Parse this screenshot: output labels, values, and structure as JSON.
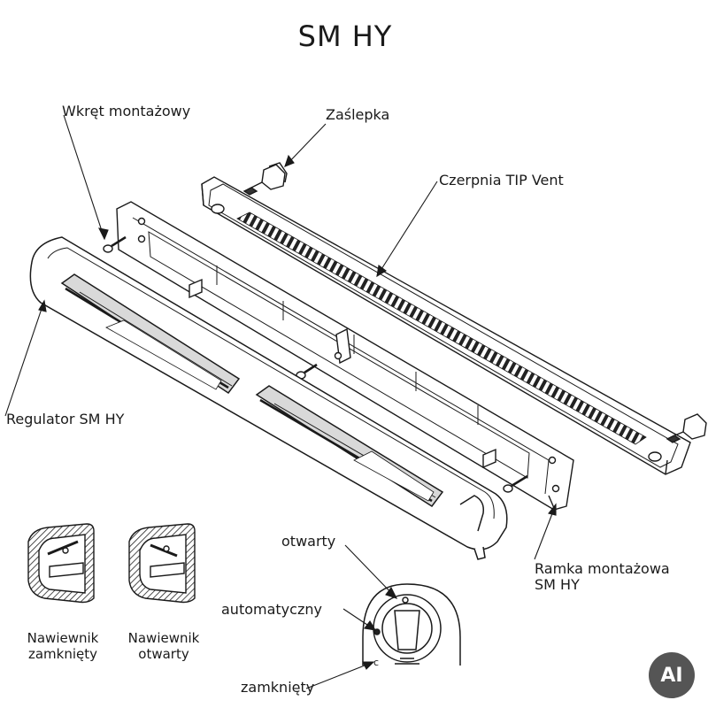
{
  "title": "SM HY",
  "labels": {
    "screw": "Wkręt montażowy",
    "cap": "Zaślepka",
    "intake": "Czerpnia TIP Vent",
    "regulator": "Regulator SM HY",
    "frame_line1": "Ramka montażowa",
    "frame_line2": "SM HY",
    "open": "otwarty",
    "auto": "automatyczny",
    "closed": "zamknięty",
    "closed_mark": "c"
  },
  "captions": {
    "closed_line1": "Nawiewnik",
    "closed_line2": "zamknięty",
    "open_line1": "Nawiewnik",
    "open_line2": "otwarty"
  },
  "badge": "AI",
  "colors": {
    "line": "#1a1a1a",
    "fill": "#ffffff",
    "shade": "#d9d9d9",
    "dark": "#333333",
    "badge": "#555555"
  }
}
